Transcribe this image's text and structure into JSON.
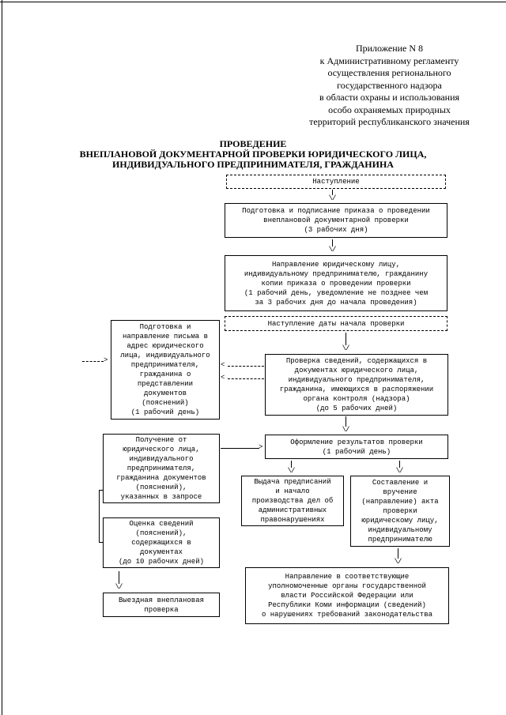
{
  "header": {
    "appendix": "Приложение N 8\nк Административному регламенту\nосуществления регионального\nгосударственного надзора\nв области охраны и использования\nособо охраняемых природных\nтерриторий республиканского значения",
    "title": "ПРОВЕДЕНИЕ\nВНЕПЛАНОВОЙ ДОКУМЕНТАРНОЙ ПРОВЕРКИ ЮРИДИЧЕСКОГО ЛИЦА,\nИНДИВИДУАЛЬНОГО ПРЕДПРИНИМАТЕЛЯ, ГРАЖДАНИНА"
  },
  "glyphs": {
    "arrow_down": "\\/",
    "arrow_left": "<",
    "arrow_right": ">"
  },
  "flowchart": {
    "event_start": "Наступление",
    "prepare_order": "Подготовка и подписание приказа о проведении\nвнеплановой документарной проверки\n(3 рабочих дня)",
    "send_order_copy": "Направление юридическому лицу,\nиндивидуальному предпринимателю, гражданину\nкопии приказа о проведении проверки\n(1 рабочий день, уведомление не позднее чем\nза 3 рабочих дня до начала проведения)",
    "start_date": "Наступление даты начала проверки",
    "request_letter": "Подготовка и\nнаправление письма в\nадрес юридического\nлица, индивидуального\nпредпринимателя,\nгражданина о\nпредставлении\nдокументов\n(пояснений)\n(1 рабочий день)",
    "documents_check": "Проверка сведений, содержащихся в\nдокументах юридического лица,\nиндивидуального предпринимателя,\nгражданина, имеющихся в распоряжении\nоргана контроля (надзора)\n(до 5 рабочих дней)",
    "results": "Оформление результатов проверки\n(1 рабочий день)",
    "documents_receipt": "Получение от\nюридического лица,\nиндивидуального\nпредпринимателя,\nгражданина документов\n(пояснений),\nуказанных в запросе",
    "prescriptions": "Выдача предписаний\nи начало\nпроизводства дел об\nадминистративных\nправонарушениях",
    "act_delivery": "Составление и\nвручение\n(направление) акта\nпроверки\nюридическому лицу,\nиндивидуальному\nпредпринимателю",
    "assessment": "Оценка сведений\n(пояснений),\nсодержащихся в\nдокументах\n(до 10 рабочих дней)",
    "onsite_inspection": "Выездная внеплановая\nпроверка",
    "send_information": "Направление в соответствующие\nуполномоченные органы государственной\nвласти Российской Федерации или\nРеспублики Коми информации (сведений)\nо нарушениях требований законодательства"
  }
}
